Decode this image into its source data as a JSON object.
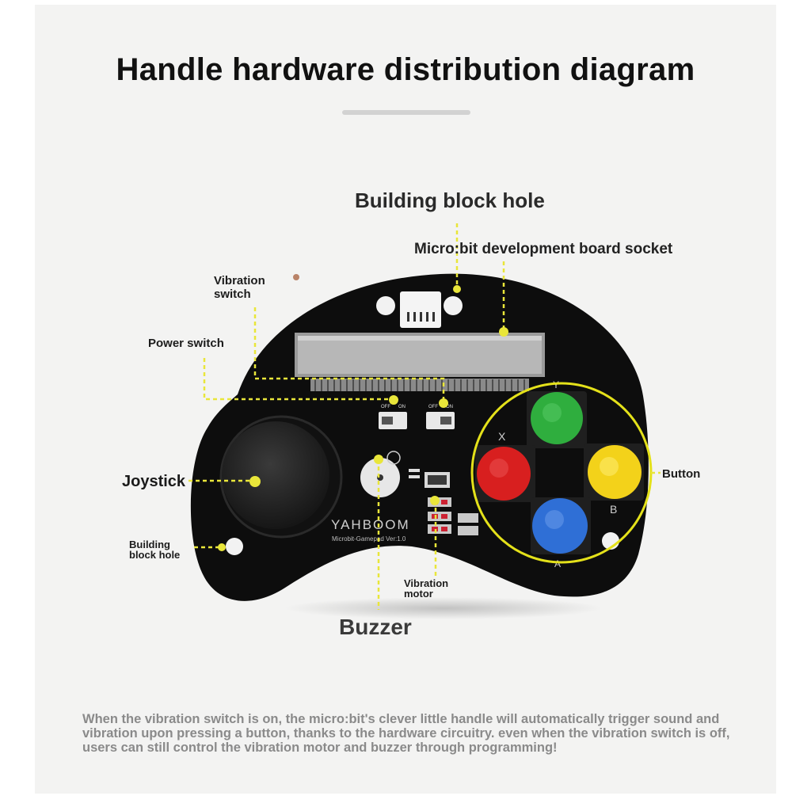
{
  "title": "Handle hardware distribution diagram",
  "labels": {
    "building_block_hole_top": "Building block hole",
    "microbit_socket": "Micro:bit development board socket",
    "vibration_switch_line1": "Vibration",
    "vibration_switch_line2": "switch",
    "power_switch": "Power switch",
    "joystick": "Joystick",
    "building_block_hole_left_line1": "Building",
    "building_block_hole_left_line2": "block hole",
    "button": "Button",
    "vibration_motor_line1": "Vibration",
    "vibration_motor_line2": "motor",
    "buzzer": "Buzzer"
  },
  "board": {
    "brand": "YAHBOOM",
    "model": "Microbit-Gamepad  Ver:1.0",
    "button_letters": {
      "top": "Y",
      "left": "X",
      "right": "B",
      "bottom": "A"
    },
    "switch_marks": [
      "OFF",
      "ON",
      "OFF",
      "ON"
    ],
    "colors": {
      "pcb": "#0d0d0d",
      "button_top": "#2fae3e",
      "button_left": "#d81f1f",
      "button_right": "#f3d21a",
      "button_bottom": "#2f6fd6",
      "highlight_ring": "#e4e11a",
      "leader_line": "#e9e63a"
    }
  },
  "description": "When the vibration switch is on, the micro:bit's clever little handle will automatically trigger sound and vibration upon pressing a button, thanks to the hardware circuitry. even when the vibration switch is off, users can still control the vibration motor and buzzer through programming!"
}
